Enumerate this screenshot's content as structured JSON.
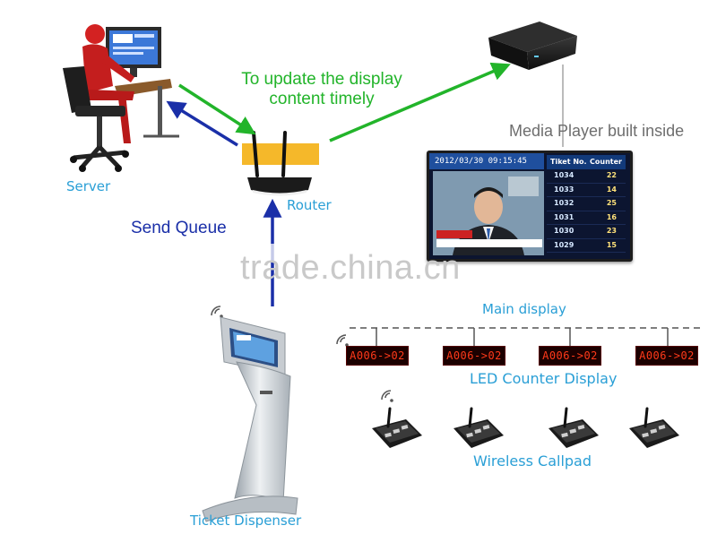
{
  "labels": {
    "server": "Server",
    "router": "Router",
    "update_line1": "To update the display",
    "update_line2": "content timely",
    "send_queue": "Send Queue",
    "media_player": "Media Player built inside",
    "main_display": "Main display",
    "led_counter": "LED Counter Display",
    "wireless_callpad": "Wireless Callpad",
    "ticket_dispenser": "Ticket Dispenser"
  },
  "watermark": "trade.china.cn",
  "led_units": [
    "A006->02",
    "A006->02",
    "A006->02",
    "A006->02"
  ],
  "main_display_screen": {
    "datetime": "2012/03/30  09:15:45",
    "headers": [
      "Tiket No.",
      "Counter"
    ],
    "rows": [
      {
        "ticket": "1034",
        "counter": "22"
      },
      {
        "ticket": "1033",
        "counter": "14"
      },
      {
        "ticket": "1032",
        "counter": "25"
      },
      {
        "ticket": "1031",
        "counter": "16"
      },
      {
        "ticket": "1030",
        "counter": "23"
      },
      {
        "ticket": "1029",
        "counter": "15"
      }
    ]
  },
  "colors": {
    "arrow_green": "#22b42a",
    "arrow_blue": "#1a2fa8",
    "label_cyan": "#2a9fd6",
    "led_red": "#ff3a1a",
    "router_orange": "#f5b82a"
  }
}
